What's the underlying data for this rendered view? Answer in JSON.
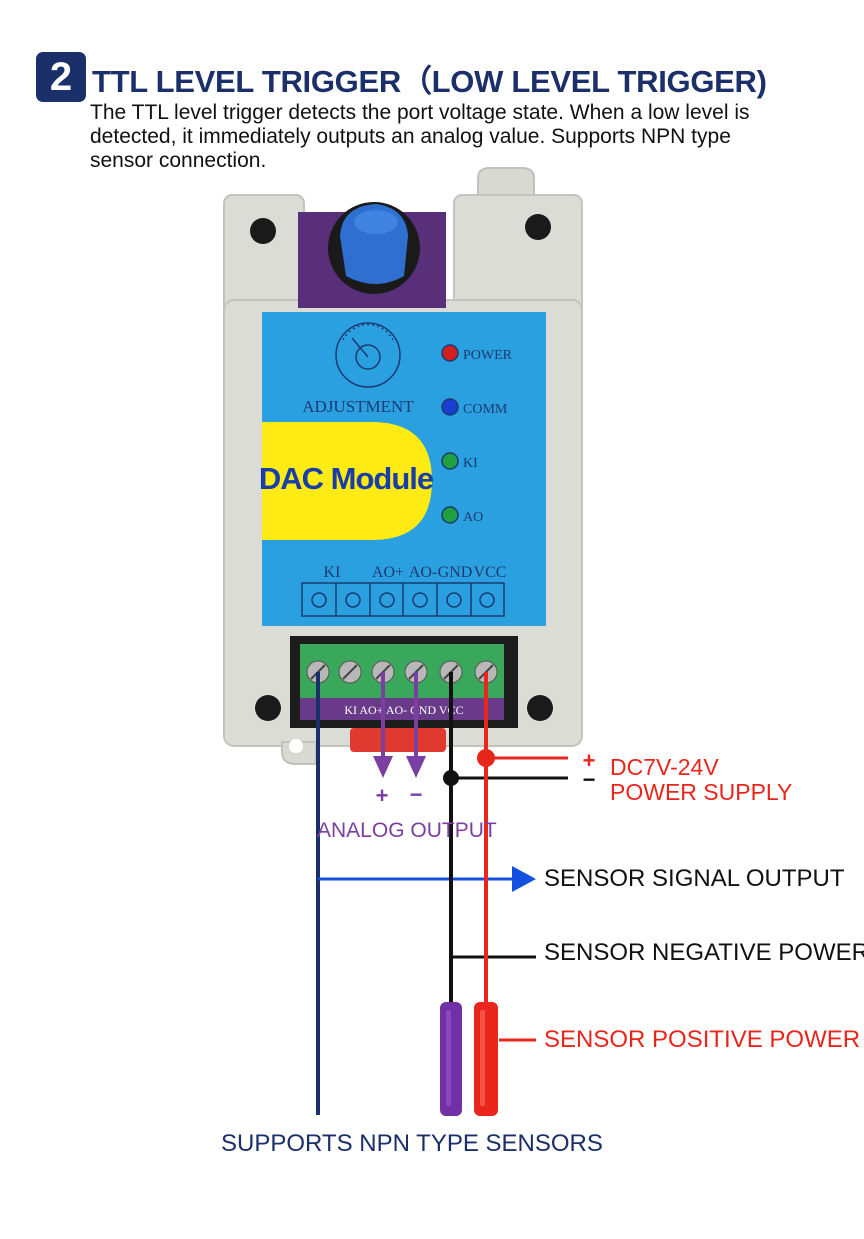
{
  "header": {
    "number": "2",
    "title": "TTL LEVEL TRIGGER（LOW LEVEL TRIGGER)",
    "description": "The TTL level trigger detects the port voltage state. When a low level is detected, it immediately outputs an analog value. Supports NPN type sensor connection."
  },
  "module": {
    "name": "DAC Module",
    "adjustment_label": "ADJUSTMENT",
    "leds": [
      "POWER",
      "COMM",
      "KI",
      "AO"
    ],
    "terminal_labels": [
      "KI",
      "AO+",
      "AO-",
      "GND",
      "VCC"
    ],
    "bottom_strip": "KI AO+ AO- GND VCC"
  },
  "power": {
    "plus": "+",
    "minus": "−",
    "voltage": "DC7V-24V",
    "label": "POWER SUPPLY"
  },
  "analog": {
    "plus": "+",
    "minus": "−",
    "label": "ANALOG OUTPUT"
  },
  "labels": {
    "signal": "SENSOR SIGNAL OUTPUT",
    "negative": "SENSOR NEGATIVE POWER",
    "positive": "SENSOR POSITIVE POWER",
    "footer": "SUPPORTS NPN TYPE SENSORS"
  },
  "colors": {
    "navy": "#1b2f6b",
    "red": "#e8261c",
    "purple": "#7a3fa0",
    "blue": "#1450e0",
    "panel_blue": "#2aa0e0",
    "yellow": "#ffeb14",
    "housing": "#d9d9d4"
  }
}
